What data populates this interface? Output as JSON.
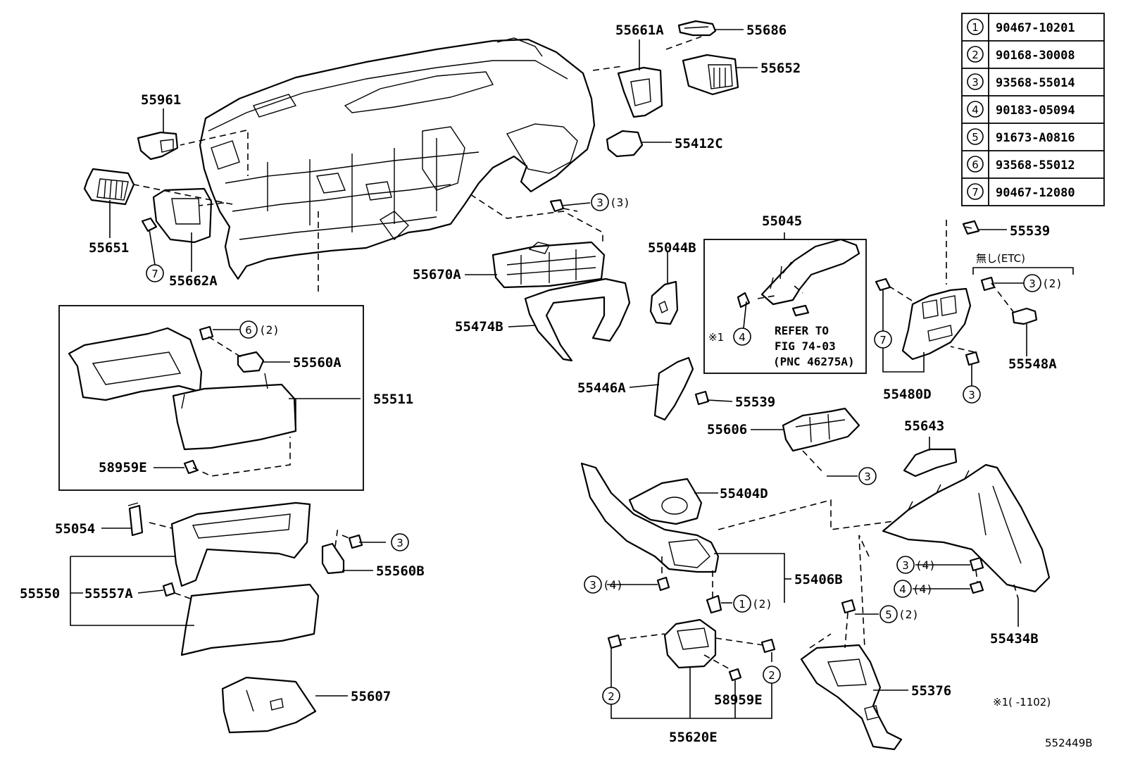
{
  "fastener_table": [
    {
      "index": "1",
      "part_number": "90467-10201"
    },
    {
      "index": "2",
      "part_number": "90168-30008"
    },
    {
      "index": "3",
      "part_number": "93568-55014"
    },
    {
      "index": "4",
      "part_number": "90183-05094"
    },
    {
      "index": "5",
      "part_number": "91673-A0816"
    },
    {
      "index": "6",
      "part_number": "93568-55012"
    },
    {
      "index": "7",
      "part_number": "90467-12080"
    }
  ],
  "labels": {
    "p55661A": "55661A",
    "p55686": "55686",
    "p55652": "55652",
    "p55961": "55961",
    "p55412C": "55412C",
    "p55651": "55651",
    "p55662A": "55662A",
    "p55670A": "55670A",
    "p55474B": "55474B",
    "p55044B": "55044B",
    "p55045": "55045",
    "p55539a": "55539",
    "p55539b": "55539",
    "p55548A": "55548A",
    "p55480D": "55480D",
    "p55446A": "55446A",
    "p55560A": "55560A",
    "p55511": "55511",
    "p58959Ea": "58959E",
    "p55606": "55606",
    "p55643": "55643",
    "p55404D": "55404D",
    "p55054": "55054",
    "p55560B": "55560B",
    "p55550": "55550",
    "p55557A": "55557A",
    "p55406B": "55406B",
    "p55434B": "55434B",
    "p55376": "55376",
    "p55607": "55607",
    "p58959Eb": "58959E",
    "p55620E": "55620E"
  },
  "callouts": {
    "c3_top": {
      "num": "3",
      "qty": "(3)"
    },
    "c6": {
      "num": "6",
      "qty": "(2)"
    },
    "c7_left": {
      "num": "7",
      "qty": ""
    },
    "c4_55045": {
      "num": "4",
      "qty": ""
    },
    "c7_right": {
      "num": "7",
      "qty": ""
    },
    "c3_etc": {
      "num": "3",
      "qty": "(2)"
    },
    "c3_55480": {
      "num": "3",
      "qty": ""
    },
    "c3_55606": {
      "num": "3",
      "qty": ""
    },
    "c3_55560B": {
      "num": "3",
      "qty": ""
    },
    "c3_55406": {
      "num": "3",
      "qty": "(4)"
    },
    "c1_55406": {
      "num": "1",
      "qty": "(2)"
    },
    "c3_55434": {
      "num": "3",
      "qty": "(4)"
    },
    "c4_55434": {
      "num": "4",
      "qty": "(4)"
    },
    "c5": {
      "num": "5",
      "qty": "(2)"
    },
    "c2_left": {
      "num": "2",
      "qty": ""
    },
    "c2_right": {
      "num": "2",
      "qty": ""
    }
  },
  "notes": {
    "refer_line1": "REFER TO",
    "refer_line2": "FIG 74-03",
    "refer_line3": "(PNC 46275A)",
    "star1": "※1",
    "etc_note": "無し(ETC)",
    "footnote": "※1(      -1102)",
    "illustration_id": "552449B"
  }
}
